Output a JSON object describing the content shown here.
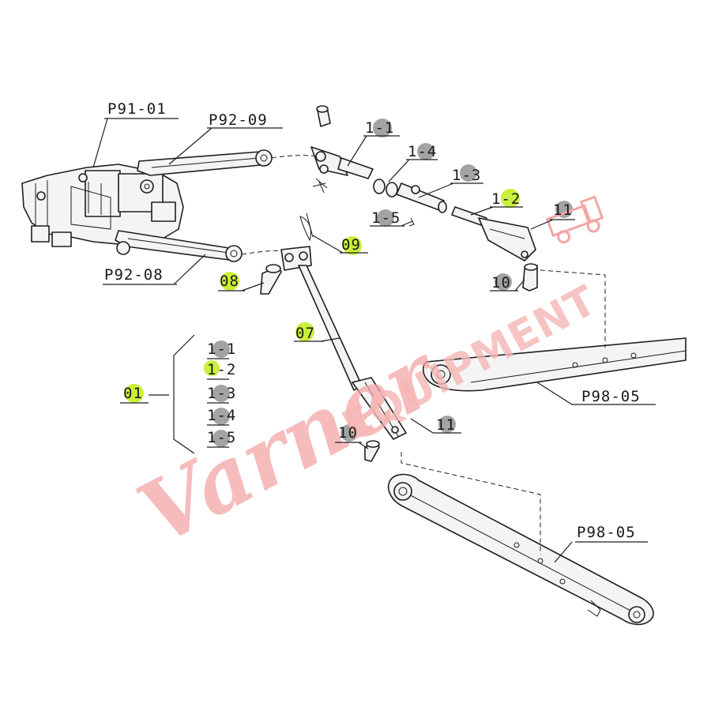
{
  "watermark": {
    "script_text": "Varner",
    "block_text": "EQUIPMENT",
    "color": "#f3a6a6"
  },
  "highlight_colors": {
    "green": "#c9f03a",
    "grey": "#9a9a9a"
  },
  "labels": {
    "p91_01": "P91-01",
    "p92_09": "P92-09",
    "p92_08": "P92-08",
    "l1_1": "1-1",
    "l1_4": "1-4",
    "l1_3": "1-3",
    "l1_2": "1-2",
    "l1_5": "1-5",
    "l11_top": "11",
    "l09": "09",
    "l08": "08",
    "l10_top": "10",
    "l07": "07",
    "l01": "01",
    "list": [
      "1-1",
      "1-2",
      "1-3",
      "1-4",
      "1-5"
    ],
    "p98_05_top": "P98-05",
    "p98_05_bottom": "P98-05",
    "l11_bottom": "11",
    "l10_bottom": "10"
  }
}
